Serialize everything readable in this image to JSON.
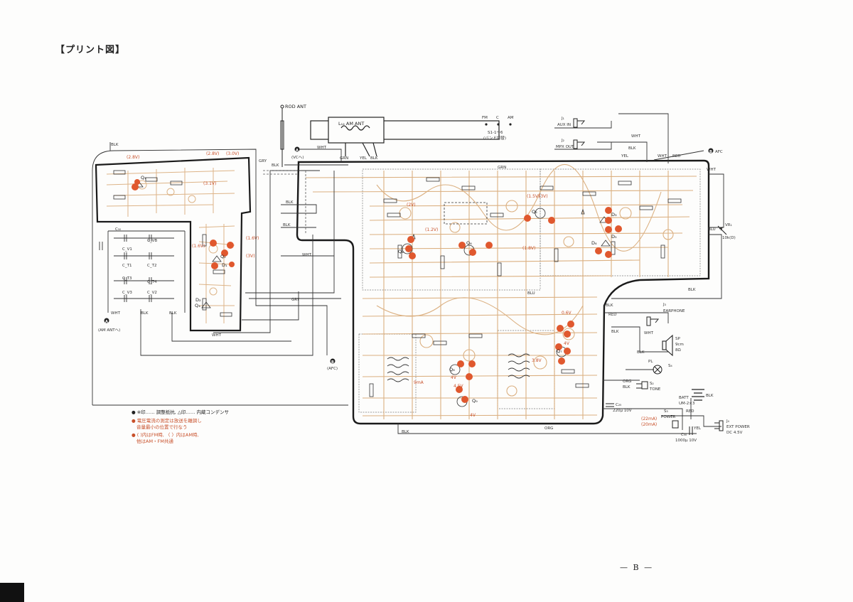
{
  "page": {
    "title": "【プリント図】",
    "page_number": "— B —"
  },
  "colors": {
    "board_outline": "#1a1a1a",
    "copper_trace": "#d8a874",
    "adjust_marker": "#e0582e",
    "note_red": "#c8502a",
    "background": "#fdfdfc"
  },
  "antenna": {
    "rod_ant": "ROD ANT",
    "am_ant": "L₁₂ AM ANT"
  },
  "connectors": {
    "A_vc": "(VCへ)",
    "A_am_ant": "(AM ANTへ)",
    "B_afc": "(AFC)",
    "B_afc_top": "AFC",
    "jack1": "J₁",
    "aux_in": "AUX IN",
    "jack2": "J₂",
    "mpx_out": "MPX OUT",
    "jack3": "J₃",
    "earphone": "EARPHONE",
    "jack4": "J₄",
    "ext_power_1": "EXT POWER",
    "ext_power_2": "DC 4.5V",
    "speaker_1": "SP",
    "speaker_2": "9cm",
    "speaker_3": "8Ω",
    "batt_1": "BATT",
    "batt_2": "UM-2×3",
    "pl": "PL",
    "s4": "S₄",
    "s2": "S₂",
    "tone": "TONE",
    "s3": "S₃",
    "power": "POWER",
    "vr": "VR₁",
    "vr_val": "10k(D)",
    "c_big": "C₅₀",
    "c_big_val": "1000μ 10V",
    "c_out": "C₂₅",
    "c_out_val": "220μ 10V"
  },
  "band_switch": {
    "labels": [
      "FM",
      "C",
      "AM"
    ],
    "caption_1": "S1-1〜6",
    "caption_2": "(バンド切替)"
  },
  "wires": {
    "blk": "BLK",
    "wht": "WHT",
    "grn": "GRN",
    "yel": "YEL",
    "red": "RED",
    "gry": "GRY",
    "blu": "BLU",
    "org": "ORG"
  },
  "transistors": [
    "Q₁",
    "Q₂",
    "Q₃",
    "Q₄",
    "Q₅",
    "Q₆",
    "Q₇",
    "Q₈",
    "Q₉"
  ],
  "diodes": [
    "D₁",
    "D₂",
    "D₃",
    "D₄",
    "D₅"
  ],
  "tuning_caps": [
    "C₅₀",
    "C_VB",
    "C_V1",
    "C_T1",
    "C_T2",
    "C_T3",
    "C_T4",
    "C_V3",
    "C_V2"
  ],
  "voltages_red": [
    "(2.8V)",
    "(2.8V)",
    "(3.0V)",
    "(3.1V)",
    "(1.6V)",
    "(3V)",
    "(1.6V)",
    "(2V)",
    "(1.5V)",
    "(3V)",
    "(1.2V)",
    "(1.8V)",
    "0.6V",
    "4V",
    "4.5V",
    "4V",
    "3.8V",
    "4V",
    "(22mA)",
    "(20mA)",
    "9mA"
  ],
  "notes": {
    "line1": "● ※印…… 調整抵抗, △印…… 内蔵コンデンサ",
    "line2": "● 電圧電流の測定は放送を離調し",
    "line3": "音量最小の位置で行なう",
    "line4": "● ( )内はFM時, 〈 〉内はAM時,",
    "line5": "他はAM・FM共通"
  }
}
